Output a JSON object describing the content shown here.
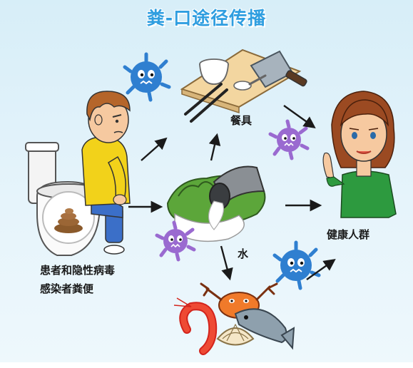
{
  "title": "粪-口途径传播",
  "labels": {
    "tableware": "餐具",
    "water": "水",
    "healthy_people": "健康人群",
    "source_line1": "患者和隐性病毒",
    "source_line2": "感染者粪便"
  },
  "colors": {
    "title": "#2f9ee0",
    "background": "#dff1f9",
    "arrow": "#1a1a1a",
    "virus_blue": "#2f7fd0",
    "virus_purple": "#9a6ad0"
  },
  "icons": [
    "toilet-icon",
    "feces-icon",
    "boy-icon",
    "virus-icon",
    "tableware-icon",
    "water-pipe-icon",
    "seafood-icon",
    "girl-icon"
  ]
}
